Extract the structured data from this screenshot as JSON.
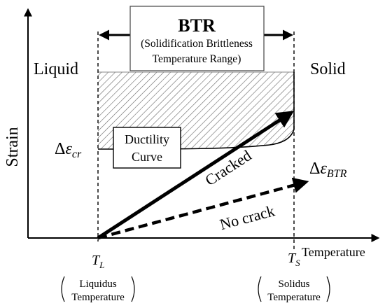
{
  "btr": {
    "title": "BTR",
    "subtitle_line1": "(Solidification Brittleness",
    "subtitle_line2": "Temperature Range)"
  },
  "regions": {
    "liquid": "Liquid",
    "solid": "Solid"
  },
  "axes": {
    "ylabel": "Strain",
    "xlabel": "Temperature"
  },
  "ductility": {
    "symbol_delta": "Δ",
    "symbol_eps": "ε",
    "symbol_sub": "cr",
    "label_line1": "Ductility",
    "label_line2": "Curve"
  },
  "arrows": {
    "cracked": "Cracked",
    "no_crack": "No crack",
    "btr_delta": "Δ",
    "btr_eps": "ε",
    "btr_sub": "BTR"
  },
  "ticks": {
    "tl_main": "T",
    "tl_sub": "L",
    "ts_main": "T",
    "ts_sub": "S"
  },
  "captions": {
    "liquidus_line1": "Liquidus",
    "liquidus_line2": "Temperature",
    "solidus_line1": "Solidus",
    "solidus_line2": "Temperature"
  },
  "colors": {
    "ink": "#000000",
    "hatch": "#555555",
    "box_border": "#444444"
  }
}
